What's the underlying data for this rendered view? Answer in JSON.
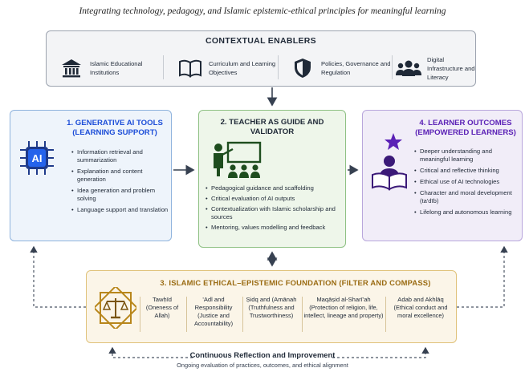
{
  "subtitle": "Integrating technology, pedagogy, and Islamic epistemic-ethical principles for meaningful learning",
  "enablers": {
    "title": "CONTEXTUAL ENABLERS",
    "items": [
      {
        "label": "Islamic Educational Institutions",
        "icon": "institution-icon"
      },
      {
        "label": "Curriculum and Learning Objectives",
        "icon": "book-icon"
      },
      {
        "label": "Policies, Governance and Regulation",
        "icon": "shield-icon"
      },
      {
        "label": "Digital Infrastructure and Literacy",
        "icon": "people-icon"
      }
    ]
  },
  "ai_tools": {
    "title": "1. GENERATIVE AI TOOLS (LEARNING SUPPORT)",
    "icon_text": "AI",
    "items": [
      "Information retrieval and summarization",
      "Explanation and content generation",
      "Idea generation and problem solving",
      "Language support and translation"
    ]
  },
  "teacher": {
    "title": "2. TEACHER AS GUIDE AND VALIDATOR",
    "items": [
      "Pedagogical guidance and scaffolding",
      "Critical evaluation of AI outputs",
      "Contextualization with Islamic scholarship and sources",
      "Mentoring, values modelling and feedback"
    ]
  },
  "learner": {
    "title": "4. LEARNER OUTCOMES (EMPOWERED LEARNERS)",
    "items": [
      "Deeper understanding and meaningful learning",
      "Critical and reflective thinking",
      "Ethical use of AI technologies",
      "Character and moral development (ta'dīb)",
      "Lifelong and autonomous learning"
    ]
  },
  "foundation": {
    "title": "3. ISLAMIC ETHICAL–EPISTEMIC FOUNDATION (FILTER AND COMPASS)",
    "items": [
      {
        "name": "Tawḥīd",
        "desc": "(Oneness of Allah)"
      },
      {
        "name": "'Adl and Responsibility",
        "desc": "(Justice and Accountability)"
      },
      {
        "name": "Ṣidq and (Amānah",
        "desc": "(Truthfulness and Trustworthiness)"
      },
      {
        "name": "Maqāṣid al-Sharī'ah",
        "desc": "(Protection of religion, life, intellect, lineage and property)"
      },
      {
        "name": "Adab and Akhlāq",
        "desc": "(Ethical conduct and moral excellence)"
      }
    ]
  },
  "reflection": {
    "title": "Continuous Reflection and Improvement",
    "subtitle": "Ongoing evaluation of practices, outcomes, and ethical alignment"
  },
  "colors": {
    "ai_border": "#8fb3dd",
    "teacher_border": "#8fc184",
    "learner_border": "#b9a7dc",
    "foundation_border": "#e0c27a",
    "ai_title": "#1d4ed8",
    "learner_title": "#5b21b6",
    "foundation_title": "#9a6b12",
    "arrow": "#374151"
  }
}
